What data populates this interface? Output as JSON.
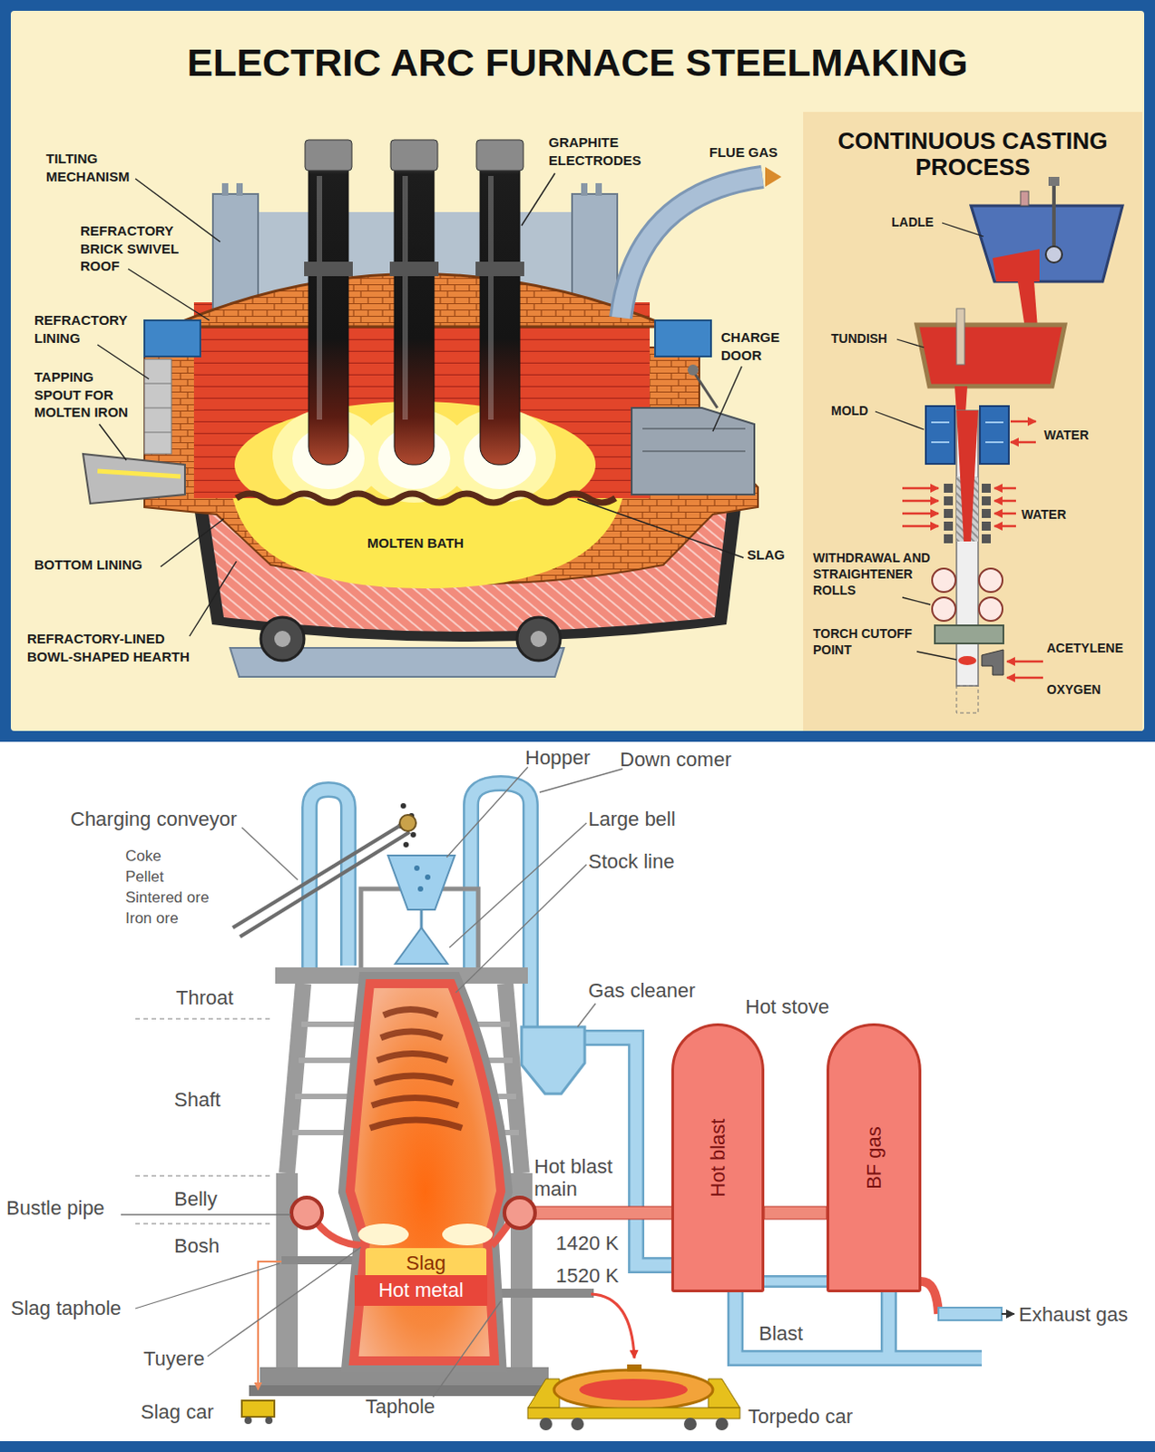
{
  "diagram": {
    "title": "ELECTRIC ARC FURNACE STEELMAKING",
    "nodes": [
      {
        "text": [
          "CONTINUOUS CASTING PROCESS"
        ]
      },
      {
        "text": [
          "MOLTEN BATH"
        ]
      },
      {
        "text": [
          "Slag"
        ]
      },
      {
        "text": [
          "Hot metal"
        ]
      },
      {
        "text": [
          "Hot blast"
        ]
      },
      {
        "text": [
          "BF gas"
        ]
      }
    ],
    "labels": [
      "TILTING MECHANISM",
      "REFRACTORY BRICK SWIVEL ROOF",
      "REFRACTORY LINING",
      "TAPPING SPOUT FOR MOLTEN IRON",
      "BOTTOM LINING",
      "REFRACTORY-LINED BOWL-SHAPED HEARTH",
      "GRAPHITE ELECTRODES",
      "FLUE GAS",
      "CHARGE DOOR",
      "SLAG",
      "LADLE",
      "TUNDISH",
      "MOLD",
      "WATER",
      "WATER",
      "WITHDRAWAL AND STRAIGHTENER ROLLS",
      "TORCH CUTOFF POINT",
      "ACETYLENE",
      "OXYGEN",
      "Hopper",
      "Down comer",
      "Charging conveyor",
      "Coke",
      "Pellet",
      "Sintered ore",
      "Iron ore",
      "Large bell",
      "Stock line",
      "Throat",
      "Gas cleaner",
      "Hot stove",
      "Shaft",
      "Hot blast main",
      "Belly",
      "Bustle pipe",
      "Bosh",
      "1420 K",
      "1520 K",
      "Slag taphole",
      "Tuyere",
      "Exhaust gas",
      "Blast",
      "Slag car",
      "Taphole",
      "Torpedo car"
    ]
  }
}
